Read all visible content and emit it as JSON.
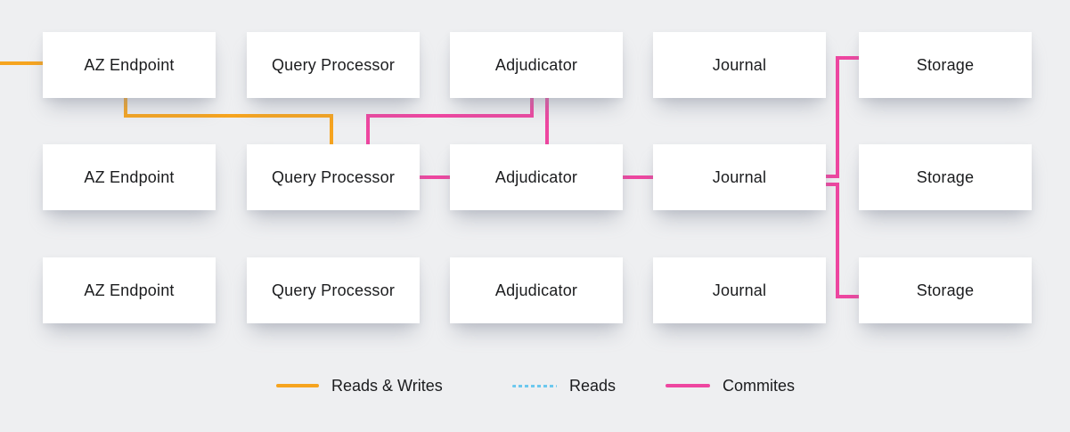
{
  "diagram": {
    "rows": [
      {
        "nodes": [
          {
            "label": "AZ Endpoint"
          },
          {
            "label": "Query Processor"
          },
          {
            "label": "Adjudicator"
          },
          {
            "label": "Journal"
          },
          {
            "label": "Storage"
          }
        ]
      },
      {
        "nodes": [
          {
            "label": "AZ Endpoint"
          },
          {
            "label": "Query Processor"
          },
          {
            "label": "Adjudicator"
          },
          {
            "label": "Journal"
          },
          {
            "label": "Storage"
          }
        ]
      },
      {
        "nodes": [
          {
            "label": "AZ Endpoint"
          },
          {
            "label": "Query Processor"
          },
          {
            "label": "Adjudicator"
          },
          {
            "label": "Journal"
          },
          {
            "label": "Storage"
          }
        ]
      }
    ],
    "edges": [
      {
        "type": "reads-writes",
        "from": "left-edge",
        "to": "row1-az-endpoint"
      },
      {
        "type": "reads-writes",
        "from": "row1-az-endpoint",
        "to": "row2-query-processor"
      },
      {
        "type": "commits",
        "from": "row1-adjudicator",
        "to": "row2-query-processor"
      },
      {
        "type": "commits",
        "from": "row1-adjudicator",
        "to": "row2-adjudicator"
      },
      {
        "type": "commits",
        "from": "row2-query-processor",
        "to": "row2-adjudicator"
      },
      {
        "type": "commits",
        "from": "row2-adjudicator",
        "to": "row2-journal"
      },
      {
        "type": "commits",
        "from": "row2-journal",
        "to": "row1-storage"
      },
      {
        "type": "commits",
        "from": "row2-journal",
        "to": "row3-storage"
      }
    ]
  },
  "legend": {
    "items": [
      {
        "label": "Reads & Writes",
        "line_style": "solid",
        "color": "#F6A41F"
      },
      {
        "label": "Reads",
        "line_style": "dashed",
        "color": "#6CC8EE"
      },
      {
        "label": "Commites",
        "line_style": "solid",
        "color": "#EE46A0"
      }
    ]
  },
  "colors": {
    "background": "#EEEFF1",
    "node_background": "#FFFFFF",
    "text": "#1B1C1E",
    "reads_writes": "#F6A41F",
    "reads": "#6CC8EE",
    "commits": "#EE46A0"
  }
}
